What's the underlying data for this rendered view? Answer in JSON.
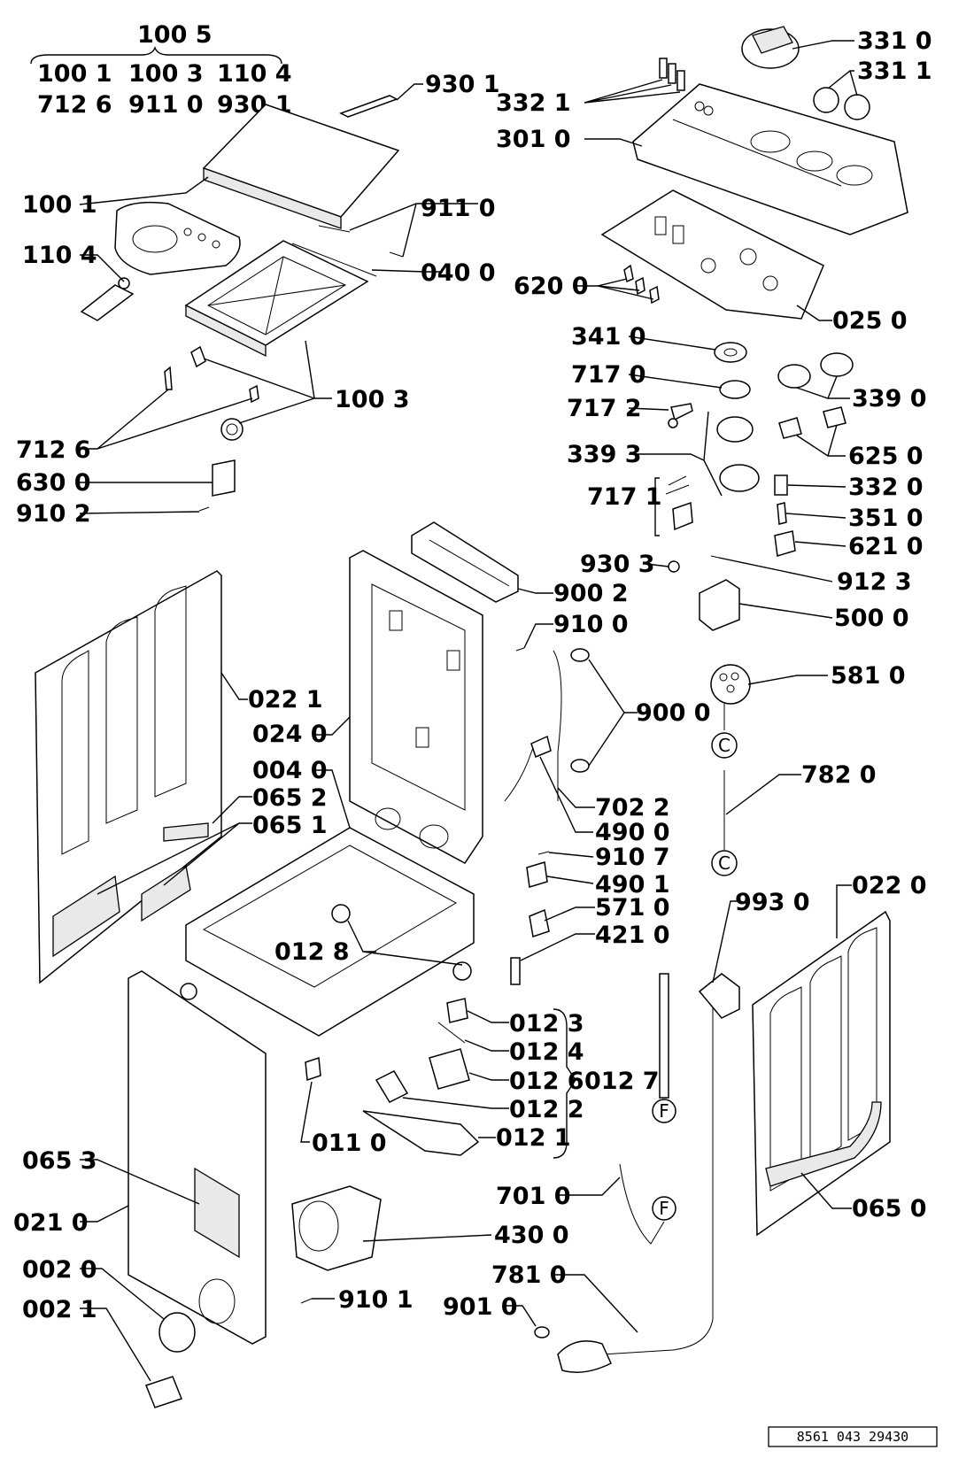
{
  "labels": {
    "kit_1005": "100 5",
    "kit_row1_a": "100 1",
    "kit_row1_b": "100 3",
    "kit_row1_c": "110 4",
    "kit_row2_a": "712 6",
    "kit_row2_b": "911 0",
    "kit_row2_c": "930 1",
    "p_930_1": "930 1",
    "p_332_1": "332 1",
    "p_331_0": "331 0",
    "p_331_1": "331 1",
    "p_301_0": "301 0",
    "p_100_1": "100 1",
    "p_911_0": "911 0",
    "p_110_4": "110 4",
    "p_040_0": "040 0",
    "p_620_0": "620 0",
    "p_025_0": "025 0",
    "p_341_0": "341 0",
    "p_100_3": "100 3",
    "p_717_0": "717 0",
    "p_339_0": "339 0",
    "p_717_2": "717 2",
    "p_712_6": "712 6",
    "p_339_3": "339 3",
    "p_625_0": "625 0",
    "p_630_0": "630 0",
    "p_332_0": "332 0",
    "p_717_1": "717 1",
    "p_910_2": "910 2",
    "p_351_0": "351 0",
    "p_621_0": "621 0",
    "p_930_3": "930 3",
    "p_912_3": "912 3",
    "p_900_2": "900 2",
    "p_500_0": "500 0",
    "p_910_0": "910 0",
    "p_581_0": "581 0",
    "p_022_1": "022 1",
    "p_900_0": "900 0",
    "p_024_0": "024 0",
    "p_004_0": "004 0",
    "p_782_0": "782 0",
    "p_065_2": "065 2",
    "p_702_2": "702 2",
    "p_065_1": "065 1",
    "p_490_0": "490 0",
    "p_910_7": "910 7",
    "p_490_1": "490 1",
    "p_022_0": "022 0",
    "p_571_0": "571 0",
    "p_993_0": "993 0",
    "p_421_0": "421 0",
    "p_012_8": "012 8",
    "p_012_3": "012 3",
    "p_012_4": "012 4",
    "p_012_6": "012 6",
    "p_012_7": "012 7",
    "p_012_2": "012 2",
    "p_012_1": "012 1",
    "p_011_0": "011 0",
    "p_065_3": "065 3",
    "p_701_0": "701 0",
    "p_065_0": "065 0",
    "p_021_0": "021 0",
    "p_430_0": "430 0",
    "p_002_0": "002 0",
    "p_781_0": "781 0",
    "p_910_1": "910 1",
    "p_002_1": "002 1",
    "p_901_0": "901 0"
  },
  "connectors": {
    "c_top": "C",
    "c_bottom": "C",
    "f_top": "F",
    "f_bottom": "F"
  },
  "drawing_number": "8561 043 29430"
}
